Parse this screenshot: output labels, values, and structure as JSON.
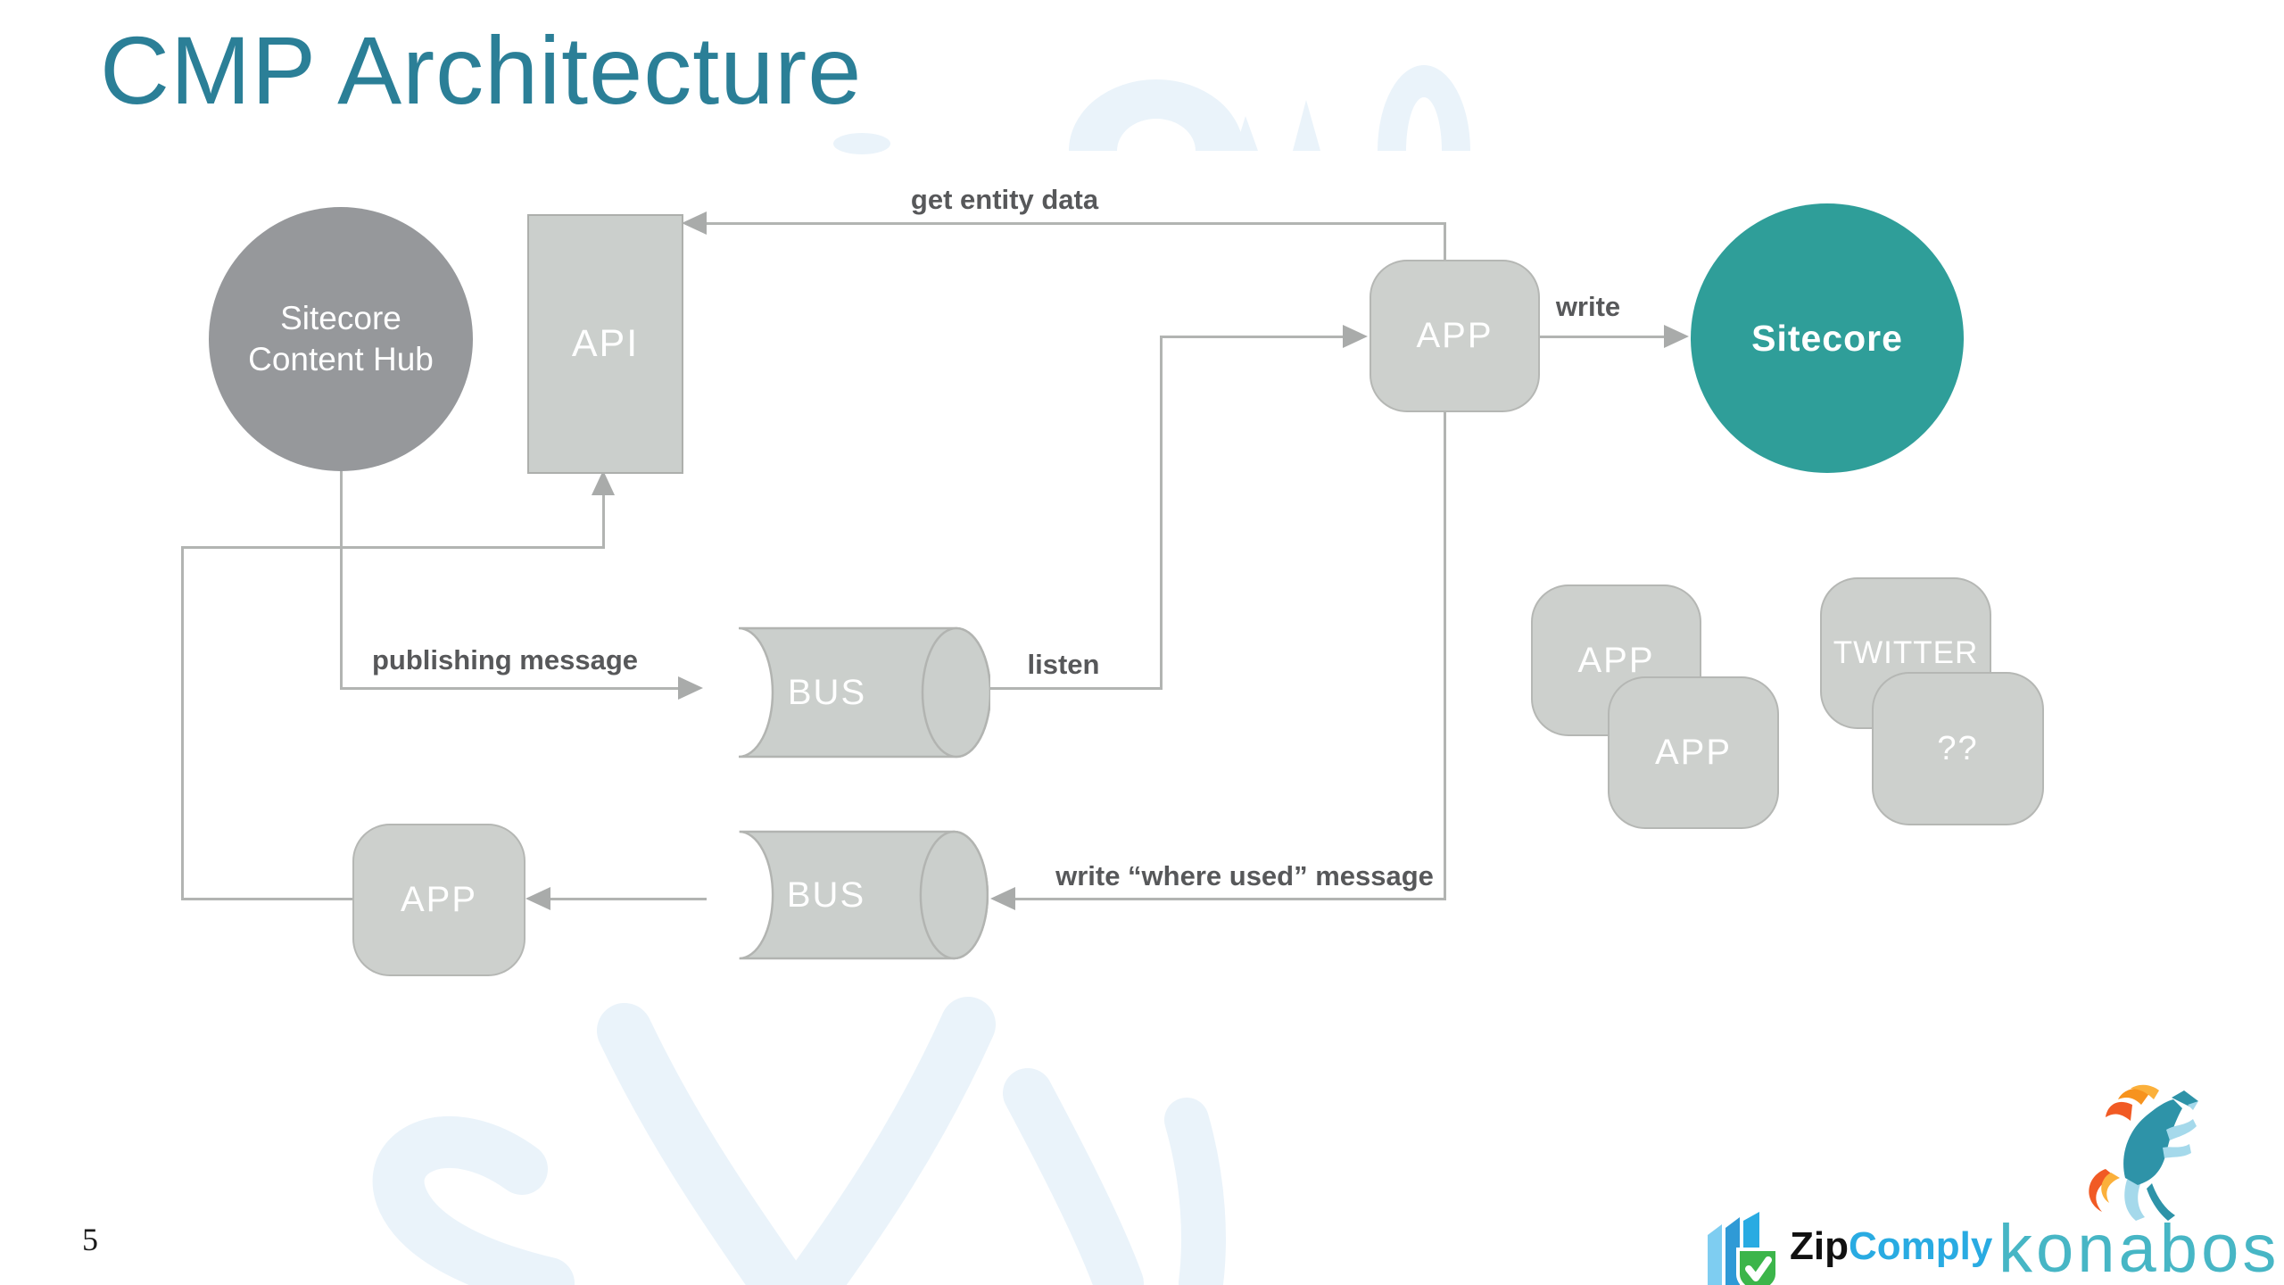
{
  "slide": {
    "title": "CMP Architecture"
  },
  "diagram": {
    "nodes": {
      "hub": {
        "label": "Sitecore Content Hub"
      },
      "api": {
        "label": "API"
      },
      "app_top": {
        "label": "APP"
      },
      "sitecore": {
        "label": "Sitecore"
      },
      "bus_top": {
        "label": "BUS"
      },
      "bus_bottom": {
        "label": "BUS"
      },
      "app_bottom": {
        "label": "APP"
      },
      "app_back": {
        "label": "APP"
      },
      "app_front": {
        "label": "APP"
      },
      "twitter": {
        "label": "TWITTER"
      },
      "unknown": {
        "label": "??"
      }
    },
    "edge_labels": {
      "get_entity_data": "get entity data",
      "listen": "listen",
      "write": "write",
      "publishing_message": "publishing message",
      "where_used": "write “where used” message"
    }
  },
  "footer": {
    "page_number": "5",
    "zipcomply": {
      "zip": "Zip",
      "comply": "Comply",
      "icon": "zipcomply-pages-shield-icon"
    },
    "konabos": {
      "wordmark": "konabos",
      "icon": "konabos-horse-icon"
    }
  },
  "colors": {
    "title_teal": "#2b7f97",
    "sitecore_teal": "#2f9e99",
    "hub_gray": "#96989b",
    "node_gray": "#cdd0cd",
    "node_border_gray": "#b5b7b4",
    "connector_gray": "#b2b4b2",
    "arrow_gray": "#a9abaa",
    "edge_label_gray": "#57585a",
    "watermark_blue": "#eaf3fa",
    "zip_black": "#111111",
    "zip_blue": "#29abe2",
    "shield_green": "#3cb54a",
    "konabos_teal": "#47b6c5"
  }
}
